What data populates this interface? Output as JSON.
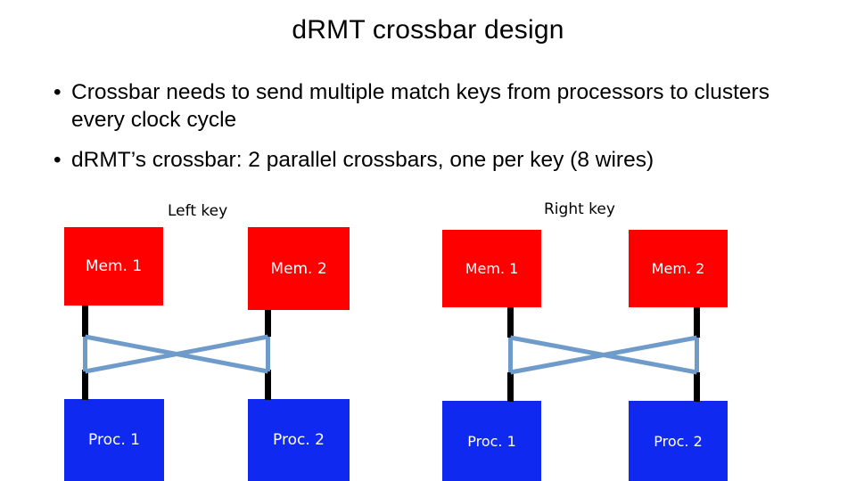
{
  "slide": {
    "title": "dRMT crossbar design",
    "background_color": "#ffffff"
  },
  "body": {
    "bullet_marker": "•",
    "bullets": [
      "Crossbar needs to send multiple match keys from processors to clusters every clock cycle",
      "dRMT’s crossbar: 2 parallel crossbars, one per key (8 wires)"
    ]
  },
  "diagram": {
    "colors": {
      "memory_box": "#FE0000",
      "processor_box": "#1029F0",
      "box_text": "#ffffff",
      "connector": "#000000",
      "crossbar_wire": "#6E9BC9"
    },
    "groups": [
      {
        "id": "left",
        "label": "Left key",
        "memories": [
          "Mem. 1",
          "Mem. 2"
        ],
        "processors": [
          "Proc. 1",
          "Proc. 2"
        ]
      },
      {
        "id": "right",
        "label": "Right key",
        "memories": [
          "Mem. 1",
          "Mem. 2"
        ],
        "processors": [
          "Proc. 1",
          "Proc. 2"
        ]
      }
    ]
  }
}
